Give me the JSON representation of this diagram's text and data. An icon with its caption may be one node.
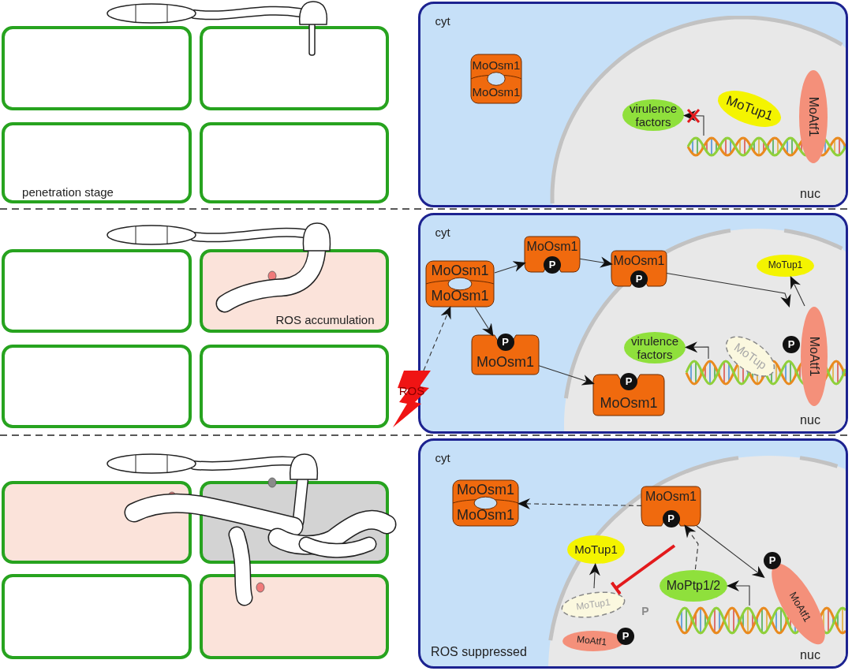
{
  "diagram": {
    "nodes": [
      {
        "text": [],
        "shape": "box"
      },
      {
        "text": [],
        "shape": "box"
      },
      {
        "text": [
          "penetration stage"
        ]
      },
      {
        "text": [],
        "shape": "box"
      },
      {
        "text": [
          "cyt"
        ]
      },
      {
        "text": [
          "MoOsm1",
          "MoOsm1"
        ],
        "in": 4
      },
      {
        "text": [
          "nuc"
        ],
        "in": 4
      },
      {
        "text": [
          "virulence factors"
        ],
        "in": 6
      },
      {
        "text": [
          "MoTup1"
        ],
        "in": 6
      },
      {
        "text": [
          "MoAtf1"
        ],
        "in": 6
      },
      {
        "text": [],
        "shape": "picture",
        "in": 6
      },
      {
        "text": [],
        "shape": "box"
      },
      {
        "text": [
          "ROS accumulation"
        ]
      },
      {
        "text": [],
        "shape": "box"
      },
      {
        "text": [],
        "shape": "box"
      },
      {
        "text": [
          "cyt"
        ]
      },
      {
        "text": [
          "MoOsm1",
          "MoOsm1"
        ],
        "in": 15
      },
      {
        "text": [
          "ROS"
        ]
      },
      {
        "text": [
          "MoOsm1",
          "P"
        ],
        "in": 15
      },
      {
        "text": [
          "P",
          "MoOsm1"
        ],
        "in": 15
      },
      {
        "text": [
          "nuc"
        ],
        "in": 15
      },
      {
        "text": [
          "MoOsm1",
          "P"
        ],
        "in": 20
      },
      {
        "text": [
          "P",
          "MoOsm1"
        ],
        "in": 20
      },
      {
        "text": [
          "MoTup1"
        ],
        "in": 20
      },
      {
        "text": [
          "virulence factors"
        ],
        "in": 20
      },
      {
        "text": [
          "MoTup"
        ],
        "in": 20
      },
      {
        "text": [
          "P",
          "MoAtf1"
        ],
        "in": 20
      },
      {
        "text": [],
        "shape": "picture",
        "in": 20
      },
      {
        "text": [],
        "shape": "box"
      },
      {
        "text": [],
        "shape": "box"
      },
      {
        "text": [],
        "shape": "box"
      },
      {
        "text": [],
        "shape": "box"
      },
      {
        "text": [
          "cyt",
          "ROS suppressed"
        ]
      },
      {
        "text": [
          "MoOsm1",
          "MoOsm1"
        ],
        "in": 32
      },
      {
        "text": [
          "nuc"
        ],
        "in": 32
      },
      {
        "text": [
          "MoOsm1",
          "P"
        ],
        "in": 34
      },
      {
        "text": [
          "MoTup1"
        ],
        "in": 34
      },
      {
        "text": [
          "MoPtp1/2"
        ],
        "in": 34
      },
      {
        "text": [
          "MoTup1"
        ],
        "in": 34
      },
      {
        "text": [
          "MoAtf1",
          "P"
        ],
        "in": 34
      },
      {
        "text": [
          "P",
          "MoAtf1"
        ],
        "in": 34
      },
      {
        "text": [],
        "shape": "picture",
        "in": 34
      }
    ],
    "edges": [
      {
        "from": 10,
        "to": 7,
        "arrow": "to"
      },
      {
        "from": 17,
        "to": 16,
        "arrow": "to",
        "style": "dashed"
      },
      {
        "from": 16,
        "to": 18,
        "arrow": "to"
      },
      {
        "from": 16,
        "to": 19,
        "arrow": "to"
      },
      {
        "from": 18,
        "to": 21,
        "arrow": "to"
      },
      {
        "from": 19,
        "to": 22,
        "arrow": "to"
      },
      {
        "from": 21,
        "to": 26,
        "arrow": "to"
      },
      {
        "from": 26,
        "to": 23,
        "arrow": "to"
      },
      {
        "from": 27,
        "to": 24,
        "arrow": "to"
      },
      {
        "from": 35,
        "to": 33,
        "arrow": "to",
        "style": "dashed"
      },
      {
        "from": 35,
        "to": 40,
        "arrow": "to"
      },
      {
        "from": 41,
        "to": 37,
        "arrow": "to"
      },
      {
        "from": 37,
        "to": 35,
        "arrow": "to",
        "style": "dashed"
      },
      {
        "from": 38,
        "to": 36,
        "arrow": "to"
      },
      {
        "from": null,
        "to": 38,
        "arrow": "other",
        "style": "thick",
        "color": "#e31a1c"
      }
    ],
    "labels": [
      "P"
    ]
  }
}
